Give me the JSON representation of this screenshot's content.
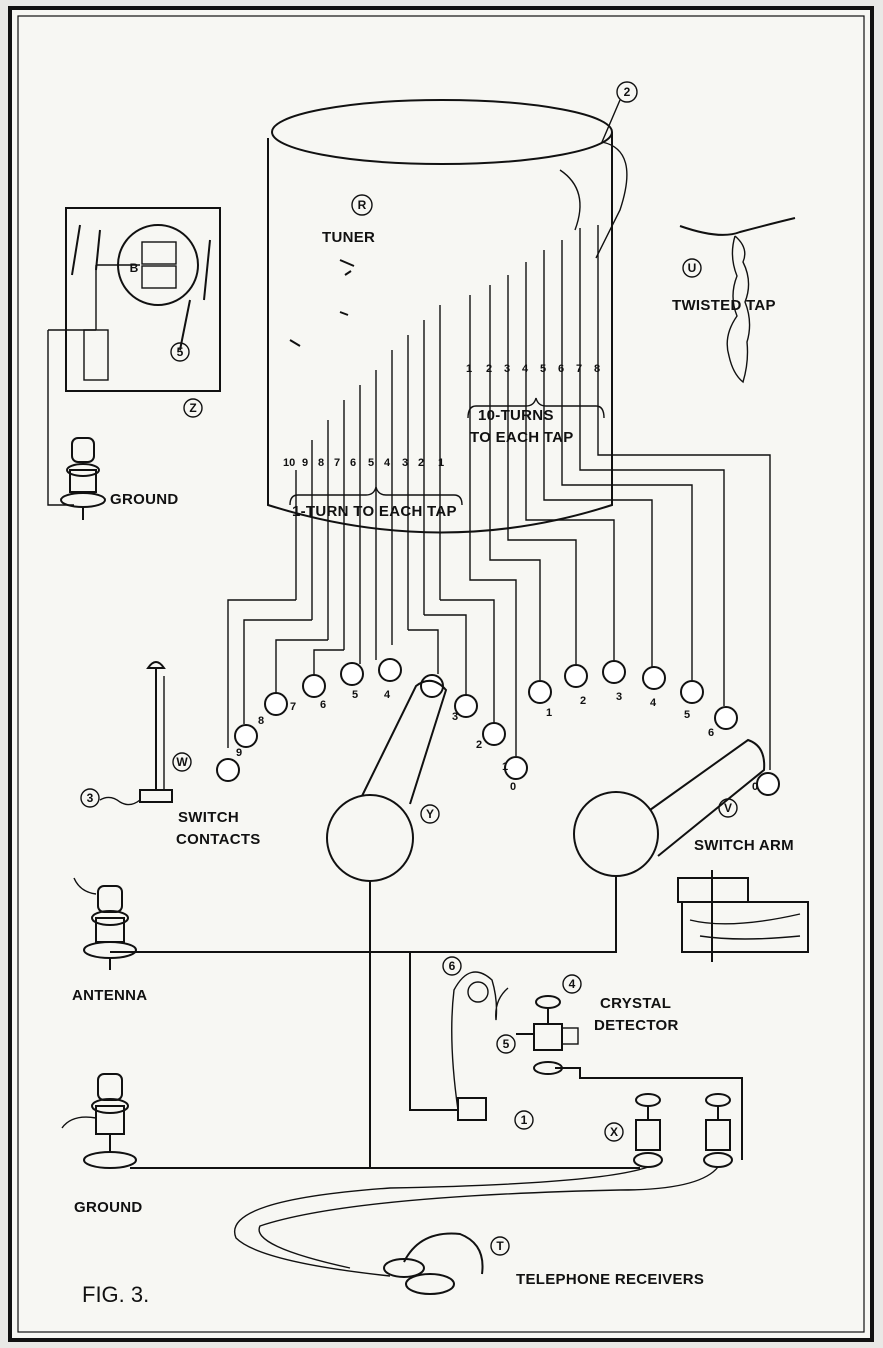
{
  "labels": {
    "tuner": "TUNER",
    "tuner_letter": "R",
    "tuner_top_letter": "2",
    "twisted_tap": "TWISTED TAP",
    "twisted_tap_letter": "U",
    "ground_top": "GROUND",
    "inset_letter": "Z",
    "inset_sub": "5",
    "inset_b": "B",
    "one_turn": "1-TURN TO EACH TAP",
    "ten_turns_line1": "10-TURNS",
    "ten_turns_line2": "TO EACH TAP",
    "switch_contacts_line1": "SWITCH",
    "switch_contacts_line2": "CONTACTS",
    "w_letter": "W",
    "three_letter": "3",
    "y_letter": "Y",
    "v_letter": "V",
    "switch_arm": "SWITCH ARM",
    "antenna": "ANTENNA",
    "crystal_line1": "CRYSTAL",
    "crystal_line2": "DETECTOR",
    "num4": "4",
    "num5": "5",
    "num6": "6",
    "num1": "1",
    "x_letter": "X",
    "ground_bottom": "GROUND",
    "t_letter": "T",
    "telephone": "TELEPHONE RECEIVERS",
    "fig": "FIG. 3."
  },
  "taps_left": [
    "10",
    "9",
    "8",
    "7",
    "6",
    "5",
    "4",
    "3",
    "2",
    "1"
  ],
  "taps_right": [
    "1",
    "2",
    "3",
    "4",
    "5",
    "6",
    "7",
    "8"
  ],
  "contacts_left": [
    "9",
    "8",
    "7",
    "6",
    "5",
    "4",
    "3",
    "2",
    "1",
    "0"
  ],
  "contacts_right": [
    "1",
    "2",
    "3",
    "4",
    "5",
    "6",
    "0"
  ]
}
